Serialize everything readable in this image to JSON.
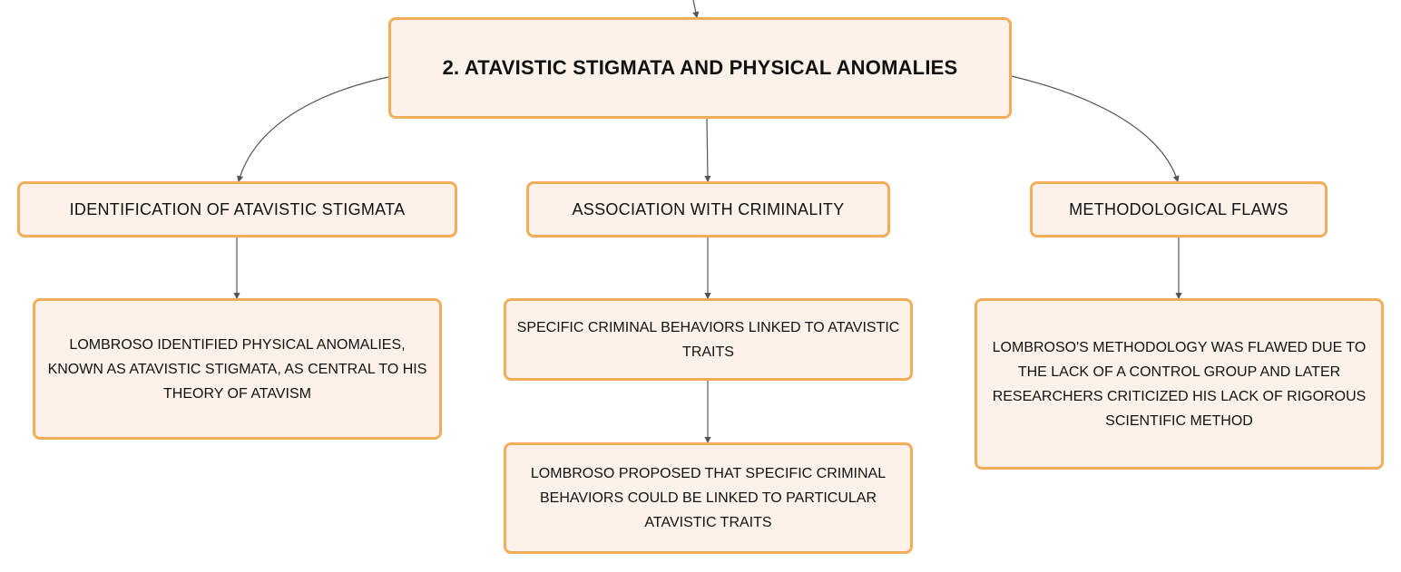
{
  "root": {
    "title": "2. ATAVISTIC STIGMATA AND PHYSICAL ANOMALIES"
  },
  "branches": [
    {
      "title": "IDENTIFICATION OF ATAVISTIC STIGMATA",
      "details": [
        "LOMBROSO IDENTIFIED PHYSICAL ANOMALIES, KNOWN AS ATAVISTIC STIGMATA, AS CENTRAL TO HIS THEORY OF ATAVISM"
      ]
    },
    {
      "title": "ASSOCIATION WITH CRIMINALITY",
      "details": [
        "SPECIFIC CRIMINAL BEHAVIORS LINKED TO ATAVISTIC TRAITS",
        "LOMBROSO PROPOSED THAT SPECIFIC CRIMINAL BEHAVIORS COULD BE LINKED TO PARTICULAR ATAVISTIC TRAITS"
      ]
    },
    {
      "title": "METHODOLOGICAL FLAWS",
      "details": [
        "LOMBROSO'S METHODOLOGY WAS FLAWED DUE TO THE LACK OF A CONTROL GROUP AND LATER RESEARCHERS CRITICIZED HIS LACK OF RIGOROUS SCIENTIFIC METHOD"
      ]
    }
  ],
  "colors": {
    "node_fill": "#fdf2ea",
    "node_border": "#f2ad5a",
    "connector": "#555555",
    "text": "#111111"
  }
}
